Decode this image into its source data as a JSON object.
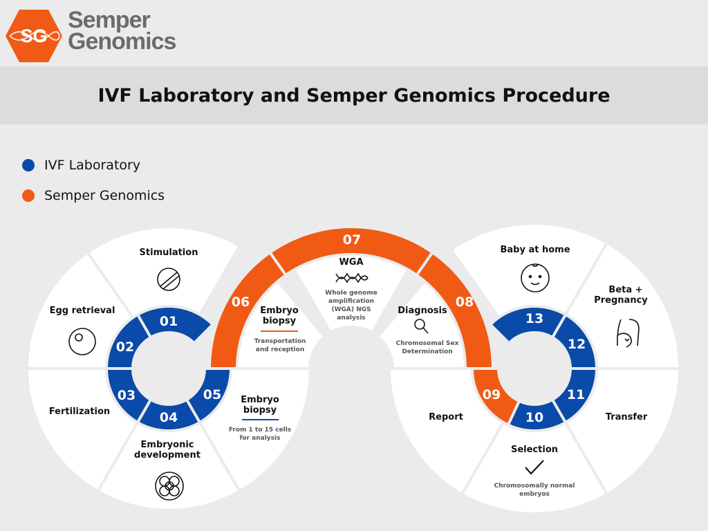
{
  "colors": {
    "ivf": "#0a4aa8",
    "semper": "#f05a15",
    "background": "#ebebeb",
    "panel": "#ffffff"
  },
  "logo": {
    "mark": "SG",
    "line1": "Semper",
    "line2": "Genomics"
  },
  "title": "IVF Laboratory and Semper Genomics Procedure",
  "legend": [
    {
      "label": "IVF Laboratory",
      "color": "#0a4aa8"
    },
    {
      "label": "Semper Genomics",
      "color": "#f05a15"
    }
  ],
  "steps": [
    {
      "num": "01",
      "label": "Stimulation",
      "icon": "pill-icon",
      "group": "ivf"
    },
    {
      "num": "02",
      "label": "Egg retrieval",
      "icon": "egg-cell-icon",
      "group": "ivf"
    },
    {
      "num": "03",
      "label": "Fertilization",
      "icon": "",
      "group": "ivf"
    },
    {
      "num": "04",
      "label": "Embryonic development",
      "label_lines": [
        "Embryonic",
        "development"
      ],
      "icon": "embryo-cells-icon",
      "group": "ivf"
    },
    {
      "num": "05",
      "label": "Embryo biopsy",
      "label_lines": [
        "Embryo",
        "biopsy"
      ],
      "sub_lines": [
        "From 1 to 15 cells",
        "for analysis"
      ],
      "group": "ivf"
    },
    {
      "num": "06",
      "label": "Embryo biopsy",
      "label_lines": [
        "Embryo",
        "biopsy"
      ],
      "sub_lines": [
        "Transportation",
        "and reception"
      ],
      "group": "semper"
    },
    {
      "num": "07",
      "label": "WGA",
      "icon": "dna-icon",
      "sub_lines": [
        "Whole genome",
        "amplification",
        "(WGA) NGS",
        "analysis"
      ],
      "group": "semper"
    },
    {
      "num": "08",
      "label": "Diagnosis",
      "icon": "magnifier-icon",
      "sub_lines": [
        "Chromosomal Sex",
        "Determination"
      ],
      "group": "semper"
    },
    {
      "num": "09",
      "label": "Report",
      "group": "semper"
    },
    {
      "num": "10",
      "label": "Selection",
      "icon": "checkmark-icon",
      "sub_lines": [
        "Chromosomally normal",
        "embryos"
      ],
      "group": "ivf"
    },
    {
      "num": "11",
      "label": "Transfer",
      "group": "ivf"
    },
    {
      "num": "12",
      "label": "Beta + Pregnancy",
      "label_lines": [
        "Beta +",
        "Pregnancy"
      ],
      "icon": "pregnancy-icon",
      "group": "ivf"
    },
    {
      "num": "13",
      "label": "Baby at home",
      "icon": "baby-face-icon",
      "group": "ivf"
    }
  ]
}
